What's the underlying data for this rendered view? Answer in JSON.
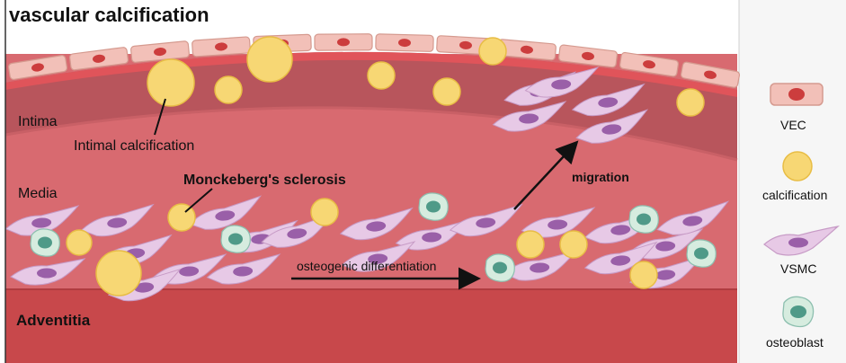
{
  "title": "vascular calcification",
  "layers": {
    "intima": "Intima",
    "media": "Media",
    "adventitia": "Adventitia"
  },
  "annotations": {
    "intimal_calcification": "Intimal calcification",
    "monckeberg": "Monckeberg's sclerosis",
    "migration": "migration",
    "osteogenic_differentiation": "osteogenic differentiation"
  },
  "legend": {
    "vec": "VEC",
    "calcification": "calcification",
    "vsmc": "VSMC",
    "osteoblast": "osteoblast"
  },
  "colors": {
    "intima": "#b8555c",
    "media": "#d86a70",
    "adventitia": "#c8484b",
    "elastic_lamina": "#e0545a",
    "vec_fill": "#f2c0b8",
    "vec_nucleus": "#cc3d3d",
    "calcification": "#f7d774",
    "calcification_stroke": "#e8bd45",
    "vsmc_fill": "#e7c9e6",
    "vsmc_nucleus": "#9a5fa8",
    "osteoblast_fill": "#d6ecdf",
    "osteoblast_nucleus": "#4f9a88",
    "arrow": "#111111"
  },
  "icons": [
    "vec-icon",
    "calcification-icon",
    "vsmc-icon",
    "osteoblast-icon"
  ]
}
